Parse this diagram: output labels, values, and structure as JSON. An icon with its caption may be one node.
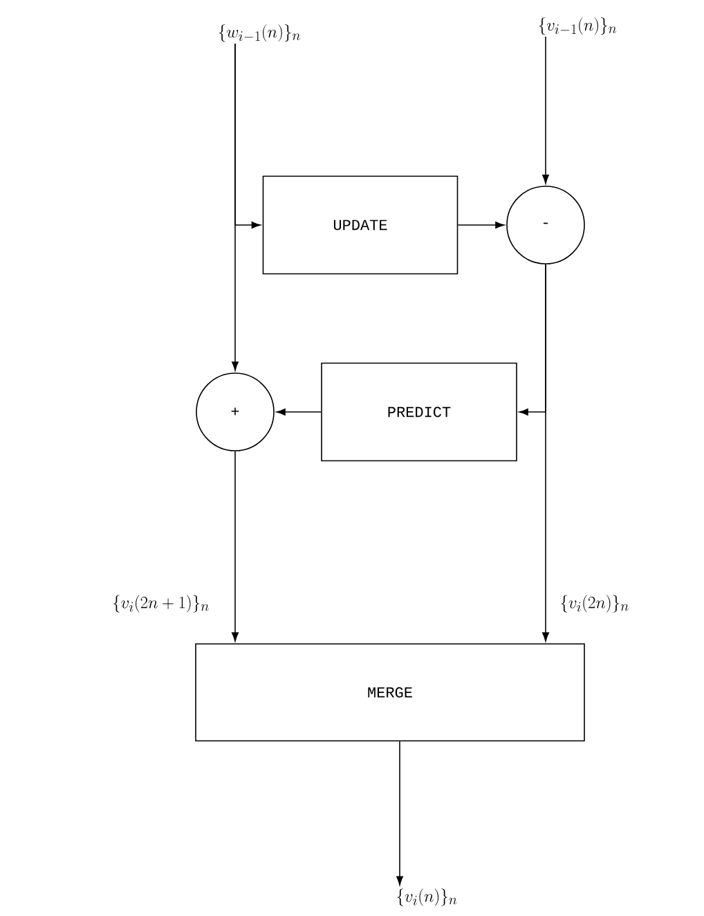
{
  "diagram": {
    "nodes": [
      {
        "text": [
          "\\{w_{i-1}(n)\\}_n"
        ]
      },
      {
        "text": [
          "\\{v_{i-1}(n)\\}_n"
        ]
      },
      {
        "text": [
          "UPDATE"
        ]
      },
      {
        "text": [
          "-"
        ]
      },
      {
        "text": [
          "+"
        ]
      },
      {
        "text": [
          "PREDICT"
        ]
      },
      {
        "text": [
          "MERGE"
        ]
      },
      {
        "text": [
          "\\{v_i(n)\\}_n"
        ]
      }
    ],
    "edges": [
      {
        "from": 0,
        "to": 2,
        "arrow": "to"
      },
      {
        "from": 0,
        "to": 4,
        "arrow": "to"
      },
      {
        "from": 1,
        "to": 3,
        "arrow": "to"
      },
      {
        "from": 2,
        "to": 3,
        "arrow": "to"
      },
      {
        "from": 3,
        "to": 5,
        "arrow": "to"
      },
      {
        "from": 3,
        "to": 6,
        "arrow": "to",
        "label": "\\{v_i(2n)\\}_n"
      },
      {
        "from": 5,
        "to": 4,
        "arrow": "to"
      },
      {
        "from": 4,
        "to": 6,
        "arrow": "to",
        "label": "\\{v_i(2n+1)\\}_n"
      },
      {
        "from": 6,
        "to": 7,
        "arrow": "to"
      }
    ]
  }
}
